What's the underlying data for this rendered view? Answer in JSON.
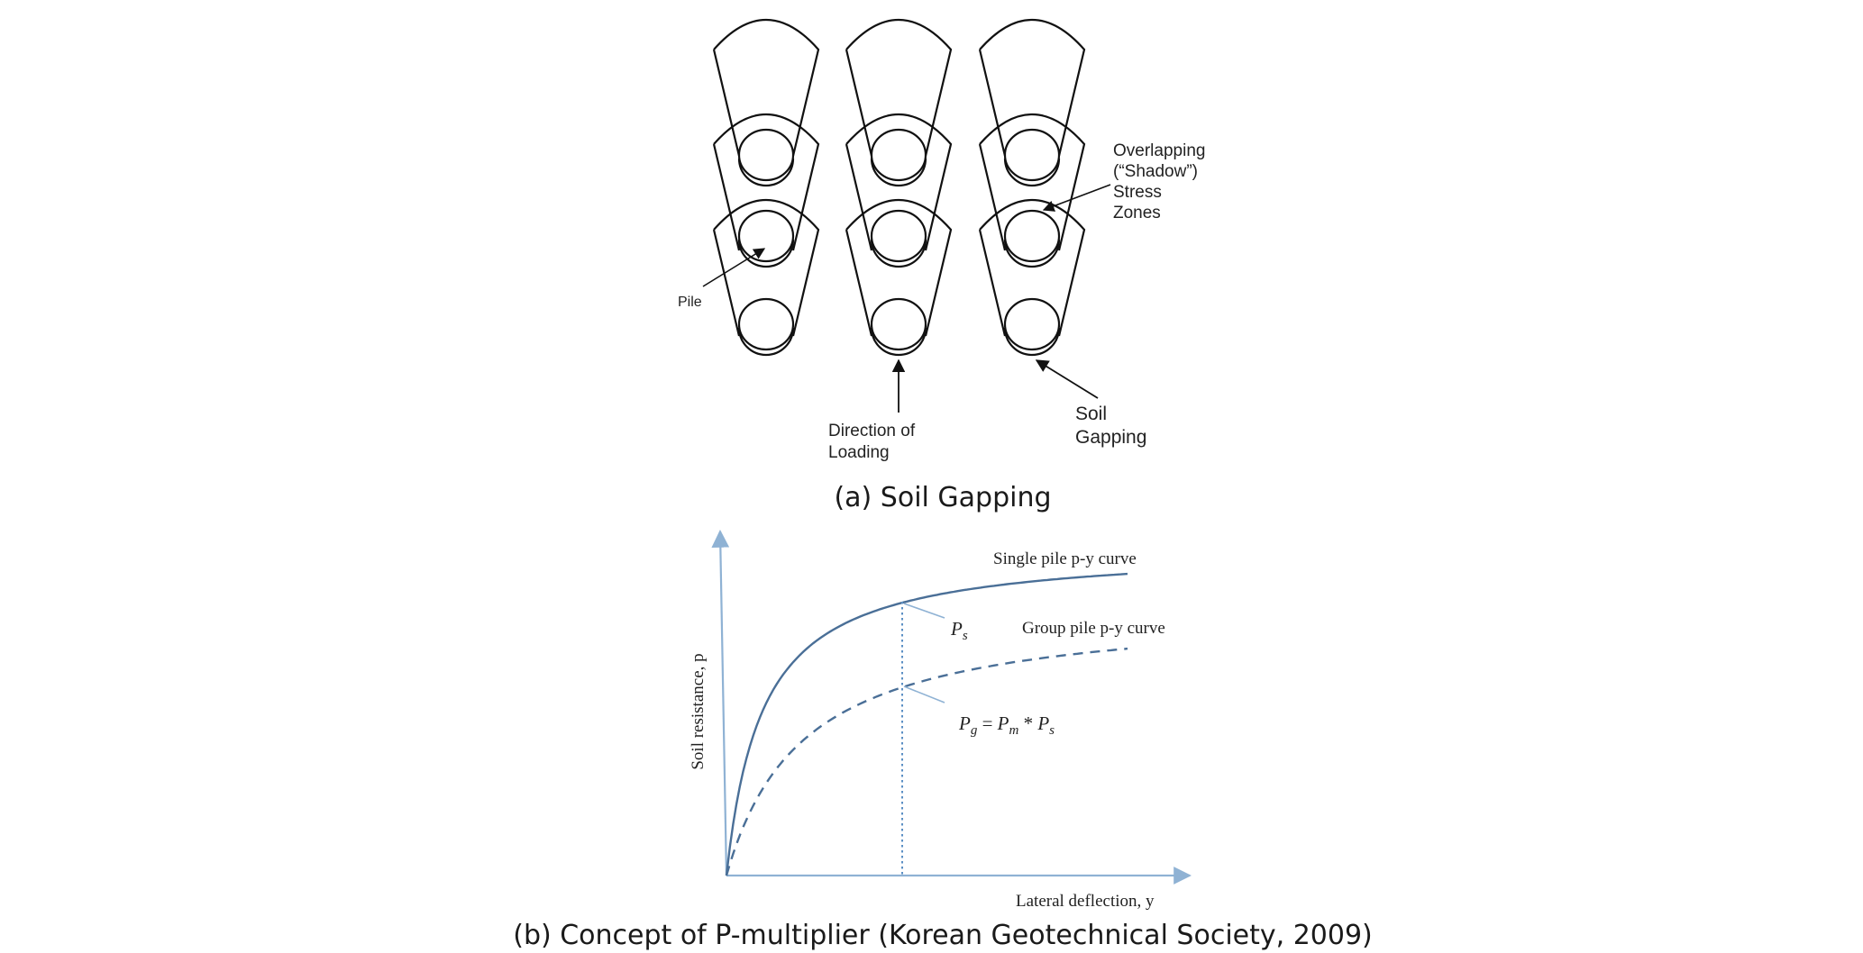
{
  "panel_a": {
    "caption": "(a) Soil Gapping",
    "labels": {
      "overlap_l1": "Overlapping",
      "overlap_l2": "(“Shadow”)",
      "overlap_l3": "Stress",
      "overlap_l4": "Zones",
      "pile": "Pile",
      "direction_l1": "Direction of",
      "direction_l2": "Loading",
      "gapping_l1": "Soil",
      "gapping_l2": "Gapping"
    }
  },
  "panel_b": {
    "caption": "(b) Concept of P-multiplier (Korean Geotechnical Society, 2009)",
    "xlabel": "Lateral deflection, y",
    "ylabel": "Soil resistance, p",
    "series": [
      {
        "name": "Single pile p-y curve",
        "line_style": "solid"
      },
      {
        "name": "Group pile p-y curve",
        "line_style": "dashed"
      }
    ],
    "annotations": {
      "ps_main": "P",
      "ps_sub": "s",
      "pg_main": "P",
      "pg_sub": "g",
      "pg_eq": " = ",
      "pm_main": "P",
      "pm_sub": "m",
      "times": " * ",
      "ps2_main": "P",
      "ps2_sub": "s"
    },
    "colors": {
      "curve": "#4a6f97",
      "axis": "#8fb2d4",
      "marker": "#5b8fc4"
    }
  }
}
